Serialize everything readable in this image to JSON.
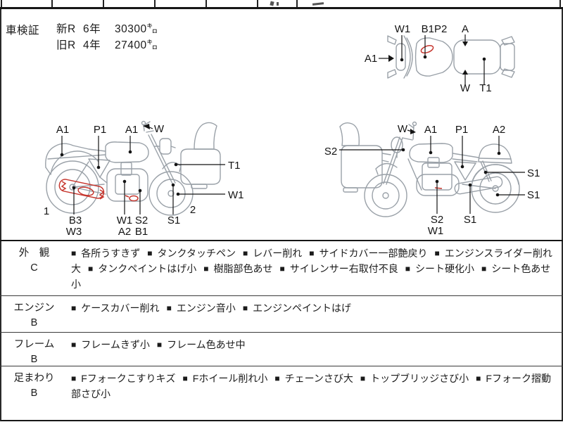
{
  "colors": {
    "line_gray": "#9aa1a8",
    "mark_red": "#c6372f",
    "text": "#1b1b1b"
  },
  "inspection": {
    "label": "車検証",
    "rows": [
      {
        "era": "新R",
        "years": "6年",
        "distance": "30300㌔"
      },
      {
        "era": "旧R",
        "years": "4年",
        "distance": "27400㌔"
      }
    ]
  },
  "diagrams": {
    "top_view": {
      "labels": {
        "w1": "W1",
        "b1p2": "B1P2",
        "a": "A",
        "a1": "A1",
        "w": "W",
        "t1": "T1"
      }
    },
    "left_side": {
      "labels": {
        "a1_rear": "A1",
        "p1": "P1",
        "a1_tank": "A1",
        "w": "W",
        "t1": "T1",
        "w1_front": "W1",
        "n1": "1",
        "n2": "2",
        "b3": "B3",
        "w3": "W3",
        "w1": "W1",
        "s2": "S2",
        "a2": "A2",
        "b1": "B1",
        "s1": "S1"
      }
    },
    "right_side": {
      "labels": {
        "w": "W",
        "a1": "A1",
        "p1": "P1",
        "a2": "A2",
        "s2_front": "S2",
        "s1_shock": "S1",
        "s1_wheel": "S1",
        "s2": "S2",
        "w1": "W1",
        "s1": "S1"
      }
    }
  },
  "condition": {
    "bullet": "■",
    "rows": [
      {
        "category": "外　観",
        "grade": "C",
        "items": [
          "各所うすきず",
          "タンクタッチペン",
          "レバー削れ",
          "サイドカバー一部艶戻り",
          "エンジンスライダー削れ大",
          "タンクペイントはげ小",
          "樹脂部色あせ",
          "サイレンサー右取付不良",
          "シート硬化小",
          "シート色あせ小"
        ]
      },
      {
        "category": "エンジン",
        "grade": "B",
        "items": [
          "ケースカバー削れ",
          "エンジン音小",
          "エンジンペイントはげ"
        ]
      },
      {
        "category": "フレーム",
        "grade": "B",
        "items": [
          "フレームきず小",
          "フレーム色あせ中"
        ]
      },
      {
        "category": "足まわり",
        "grade": "B",
        "items": [
          "Fフォークこすりキズ",
          "Fホイール削れ小",
          "チェーンさび大",
          "トップブリッジさび小",
          "Fフォーク摺動部さび小"
        ]
      }
    ]
  }
}
